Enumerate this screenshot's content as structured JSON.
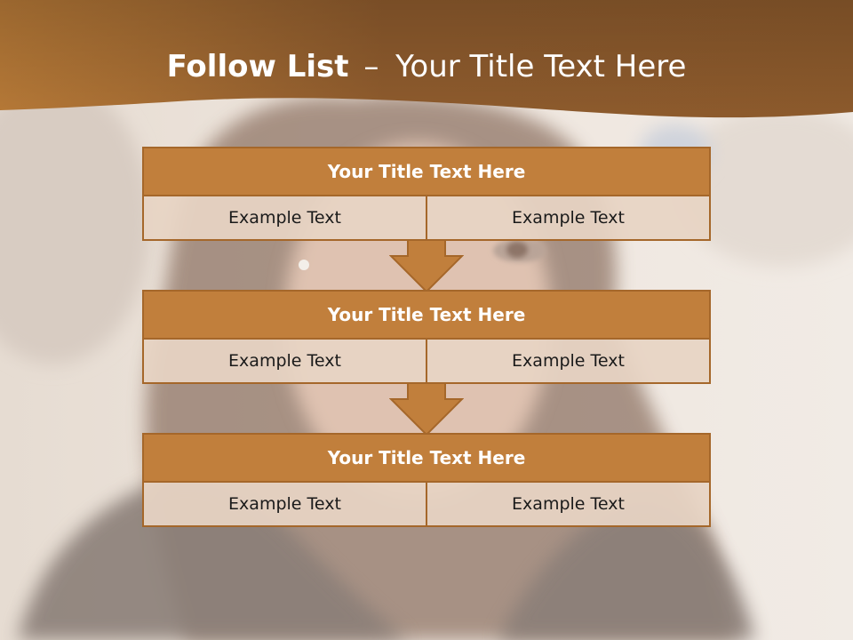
{
  "slide": {
    "title_bold": "Follow List",
    "title_separator": "–",
    "title_rest": "Your Title Text Here"
  },
  "blocks": [
    {
      "title": "Your Title Text Here",
      "cells": [
        "Example Text",
        "Example Text"
      ]
    },
    {
      "title": "Your Title Text Here",
      "cells": [
        "Example Text",
        "Example Text"
      ]
    },
    {
      "title": "Your Title Text Here",
      "cells": [
        "Example Text",
        "Example Text"
      ]
    }
  ],
  "colors": {
    "header_band": "#9c6330",
    "block_title_fill": "#c17f3c",
    "block_border": "#a5672a",
    "cell_fill": "#e7d4c4",
    "arrow_fill": "#c17f3c"
  }
}
